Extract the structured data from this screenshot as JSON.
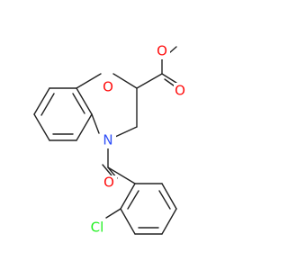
{
  "molecule": {
    "atoms": {
      "O_ring": {
        "label": "O",
        "color": "#ff0d0d"
      },
      "N_ring": {
        "label": "N",
        "color": "#3050f8"
      },
      "O_carbonyl_ester": {
        "label": "O",
        "color": "#ff0d0d"
      },
      "O_ester": {
        "label": "O",
        "color": "#ff0d0d"
      },
      "O_amide": {
        "label": "O",
        "color": "#ff0d0d"
      },
      "Cl": {
        "label": "Cl",
        "color": "#1ff01f"
      }
    },
    "bond_color": "#222222"
  }
}
